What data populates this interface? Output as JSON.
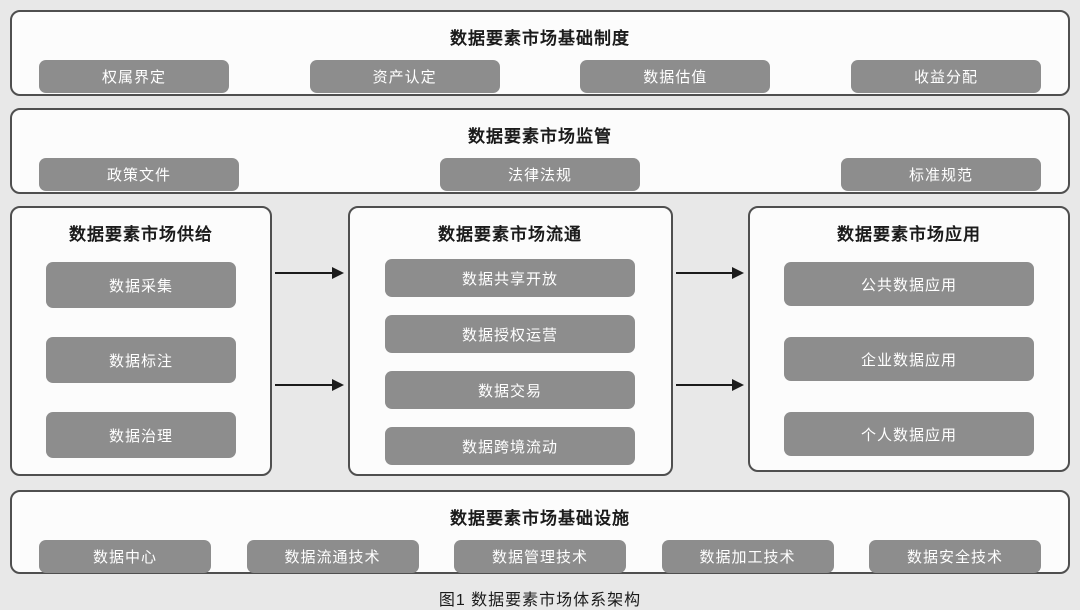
{
  "page": {
    "caption": "图1   数据要素市场体系架构"
  },
  "colors": {
    "page_bg": "#e8e8e8",
    "box_bg": "#fcfcfc",
    "box_border": "#4f4f4f",
    "pill_bg": "#8d8d8d",
    "pill_text": "#ffffff",
    "title_text": "#1b1b1b",
    "arrow": "#1b1b1b"
  },
  "sections": {
    "foundation": {
      "title": "数据要素市场基础制度",
      "items": [
        "权属界定",
        "资产认定",
        "数据估值",
        "收益分配"
      ]
    },
    "regulation": {
      "title": "数据要素市场监管",
      "items": [
        "政策文件",
        "法律法规",
        "标准规范"
      ]
    },
    "supply": {
      "title": "数据要素市场供给",
      "items": [
        "数据采集",
        "数据标注",
        "数据治理"
      ]
    },
    "circulation": {
      "title": "数据要素市场流通",
      "items": [
        "数据共享开放",
        "数据授权运营",
        "数据交易",
        "数据跨境流动"
      ]
    },
    "application": {
      "title": "数据要素市场应用",
      "items": [
        "公共数据应用",
        "企业数据应用",
        "个人数据应用"
      ]
    },
    "infrastructure": {
      "title": "数据要素市场基础设施",
      "items": [
        "数据中心",
        "数据流通技术",
        "数据管理技术",
        "数据加工技术",
        "数据安全技术"
      ]
    }
  }
}
